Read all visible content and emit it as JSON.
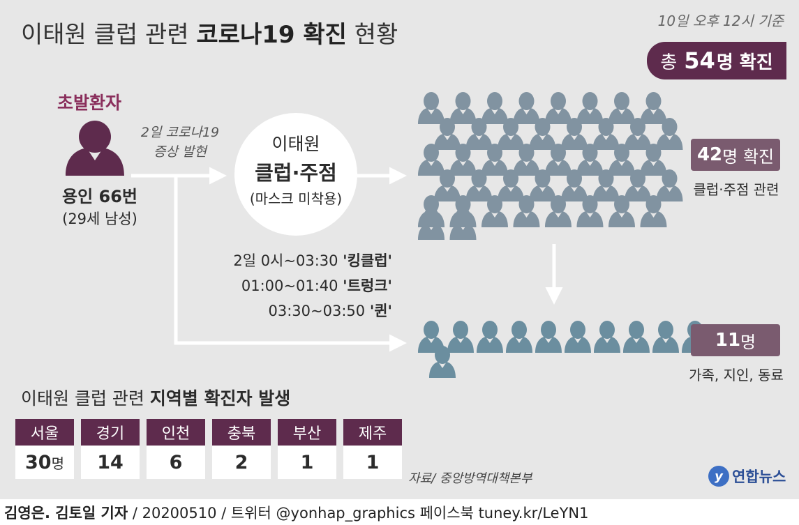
{
  "title": {
    "normal": "이태원 클럽 관련 ",
    "bold": "코로나19 확진",
    "tail": " 현황"
  },
  "basis": "10일 오후 12시 기준",
  "total": {
    "prefix": "총",
    "number": "54",
    "unit": "명 확진"
  },
  "patient_zero": {
    "label": "초발환자",
    "name": "용인 66번",
    "age": "(29세 남성)"
  },
  "symptom": {
    "line1": "2일 코로나19",
    "line2": "증상 발현"
  },
  "venue": {
    "line1": "이태원",
    "line2": "클럽·주점",
    "line3": "(마스크 미착용)"
  },
  "visits": [
    {
      "time": "2일 0시~03:30 ",
      "place": "'킹클럽'"
    },
    {
      "time": "01:00~01:40 ",
      "place": "'트렁크'"
    },
    {
      "time": "03:30~03:50 ",
      "place": "'퀸'"
    }
  ],
  "group_club": {
    "number": "42",
    "unit": "명 확진",
    "desc": "클럽·주점 관련",
    "count": 42,
    "color": "#8193a1"
  },
  "group_contacts": {
    "number": "11",
    "unit": "명",
    "desc": "가족, 지인, 동료",
    "count": 11,
    "color": "#6b8e9f"
  },
  "region_title": {
    "normal": "이태원 클럽 관련 ",
    "bold": "지역별 확진자 발생"
  },
  "regions": [
    {
      "name": "서울",
      "value": "30",
      "unit": "명"
    },
    {
      "name": "경기",
      "value": "14",
      "unit": ""
    },
    {
      "name": "인천",
      "value": "6",
      "unit": ""
    },
    {
      "name": "충북",
      "value": "2",
      "unit": ""
    },
    {
      "name": "부산",
      "value": "1",
      "unit": ""
    },
    {
      "name": "제주",
      "value": "1",
      "unit": ""
    }
  ],
  "source": "자료/ 중앙방역대책본부",
  "logo": "연합뉴스",
  "credit": {
    "bold": "김영은. 김토일 기자",
    "rest": " / 20200510 / 트위터 @yonhap_graphics  페이스북 tuney.kr/LeYN1"
  }
}
